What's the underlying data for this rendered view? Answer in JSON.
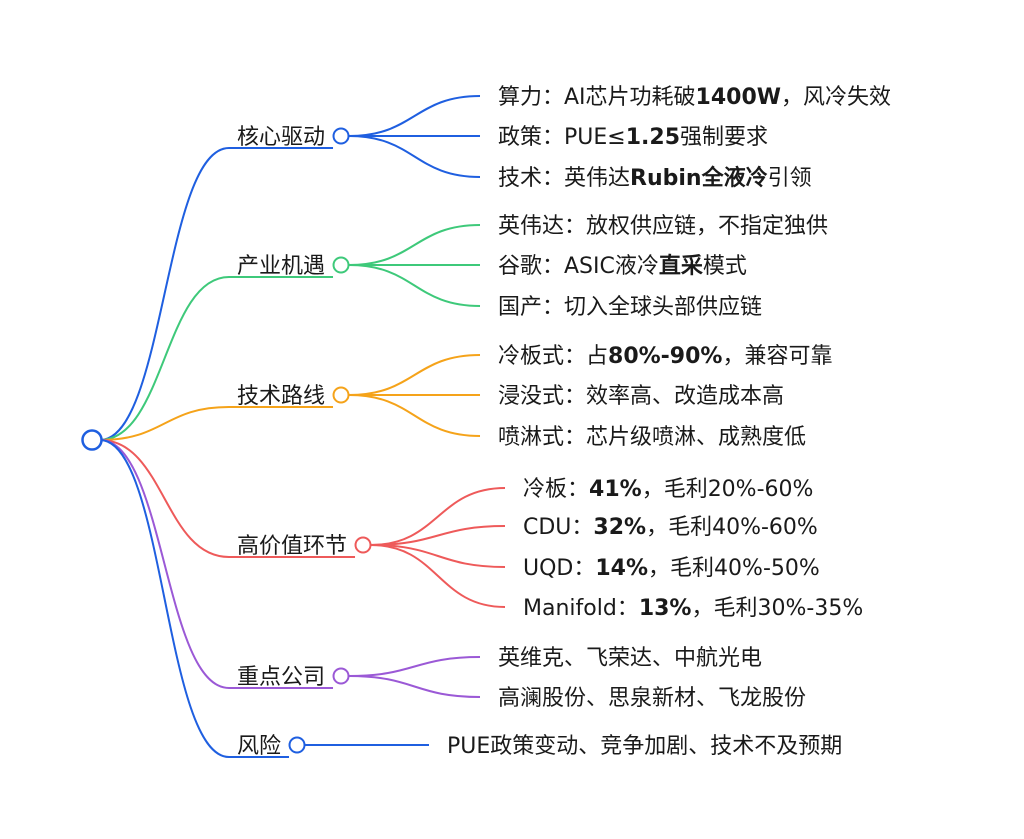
{
  "branches": [
    {
      "label": "核心驱动",
      "color": "#1f5fe0",
      "leaves": [
        [
          {
            "t": "算力：AI芯片功耗破"
          },
          {
            "t": "1400W",
            "bold": true
          },
          {
            "t": "，风冷失效"
          }
        ],
        [
          {
            "t": "政策：PUE≤"
          },
          {
            "t": "1.25",
            "bold": true
          },
          {
            "t": "强制要求"
          }
        ],
        [
          {
            "t": "技术：英伟达"
          },
          {
            "t": "Rubin全液冷",
            "bold": true
          },
          {
            "t": "引领"
          }
        ]
      ]
    },
    {
      "label": "产业机遇",
      "color": "#3ec97a",
      "leaves": [
        [
          {
            "t": "英伟达：放权供应链，不指定独供"
          }
        ],
        [
          {
            "t": "谷歌：ASIC液冷"
          },
          {
            "t": "直采",
            "bold": true
          },
          {
            "t": "模式"
          }
        ],
        [
          {
            "t": "国产：切入全球头部供应链"
          }
        ]
      ]
    },
    {
      "label": "技术路线",
      "color": "#f5a31a",
      "leaves": [
        [
          {
            "t": "冷板式：占"
          },
          {
            "t": "80%-90%",
            "bold": true
          },
          {
            "t": "，兼容可靠"
          }
        ],
        [
          {
            "t": "浸没式：效率高、改造成本高"
          }
        ],
        [
          {
            "t": "喷淋式：芯片级喷淋、成熟度低"
          }
        ]
      ]
    },
    {
      "label": "高价值环节",
      "color": "#ee5a5a",
      "leaves": [
        [
          {
            "t": "冷板："
          },
          {
            "t": "41%",
            "bold": true
          },
          {
            "t": "，毛利20%-60%"
          }
        ],
        [
          {
            "t": "CDU："
          },
          {
            "t": "32%",
            "bold": true
          },
          {
            "t": "，毛利40%-60%"
          }
        ],
        [
          {
            "t": "UQD："
          },
          {
            "t": "14%",
            "bold": true
          },
          {
            "t": "，毛利40%-50%"
          }
        ],
        [
          {
            "t": "Manifold："
          },
          {
            "t": "13%",
            "bold": true
          },
          {
            "t": "，毛利30%-35%"
          }
        ]
      ]
    },
    {
      "label": "重点公司",
      "color": "#9b59d6",
      "leaves": [
        [
          {
            "t": "英维克、飞荣达、中航光电"
          }
        ],
        [
          {
            "t": "高澜股份、思泉新材、飞龙股份"
          }
        ]
      ]
    },
    {
      "label": "风险",
      "color": "#1f5fe0",
      "leaves": [
        [
          {
            "t": "PUE政策变动、竞争加剧、技术不及预期"
          }
        ]
      ]
    }
  ]
}
